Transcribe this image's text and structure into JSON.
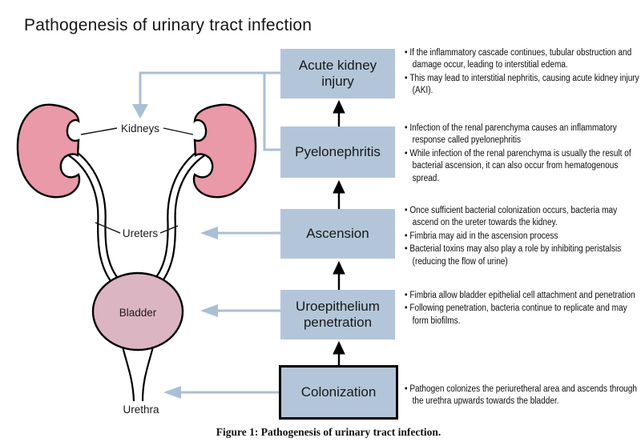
{
  "title": "Pathogenesis of urinary tract infection",
  "caption": "Figure 1: Pathogenesis of urinary tract infection.",
  "anatomy": {
    "kidneys_label": "Kidneys",
    "ureters_label": "Ureters",
    "bladder_label": "Bladder",
    "urethra_label": "Urethra"
  },
  "flow": {
    "stages": [
      {
        "label": "Acute kidney injury",
        "bullets": [
          "If the inflammatory cascade continues, tubular obstruction and damage occur, leading to interstitial edema.",
          "This may lead to interstitial nephritis, causing acute kidney injury (AKI)."
        ]
      },
      {
        "label": "Pyelonephritis",
        "bullets": [
          "Infection of the renal parenchyma causes an inflammatory response called pyelonephritis",
          "While infection of the renal parenchyma is usually the result of bacterial ascension, it can also occur from hematogenous spread."
        ]
      },
      {
        "label": "Ascension",
        "bullets": [
          "Once sufficient bacterial colonization occurs, bacteria may ascend on the ureter towards the kidney.",
          "Fimbria may aid in the ascension process",
          "Bacterial toxins may also play a role by inhibiting peristalsis (reducing the flow of urine)"
        ]
      },
      {
        "label": "Uroepithelium penetration",
        "bullets": [
          "Fimbria allow bladder epithelial cell attachment and penetration",
          "Following penetration, bacteria continue to replicate and may form biofilms."
        ]
      },
      {
        "label": "Colonization",
        "emphasized": true,
        "bullets": [
          "Pathogen colonizes the periuretheral area and ascends through the urethra upwards towards the bladder."
        ]
      }
    ]
  },
  "colors": {
    "stage_box_fill": "#b3c6d9",
    "kidney_fill": "#e999a7",
    "bladder_fill": "#dcb5c2",
    "connector_blue": "#a9bfd5",
    "flow_arrow_black": "#000000"
  }
}
